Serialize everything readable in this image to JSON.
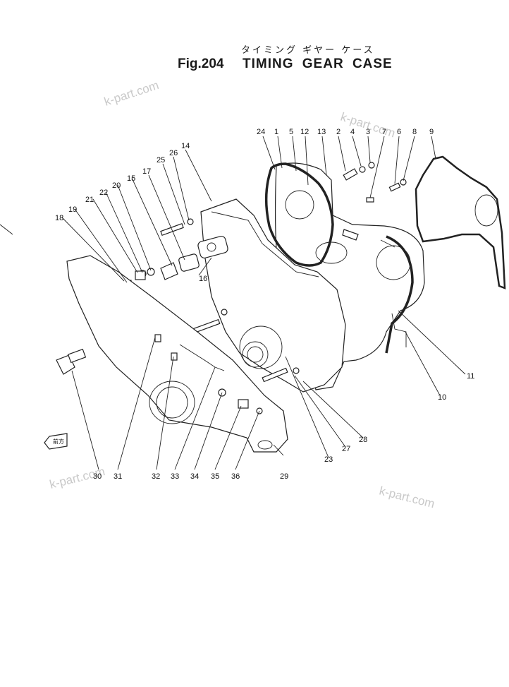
{
  "title": {
    "figure": "Fig.204",
    "japanese": "タイミング ギヤー ケース",
    "english": "TIMING GEAR CASE"
  },
  "watermark": "k-part.com",
  "front_arrow_label": "前方",
  "callouts": {
    "c1": "1",
    "c2": "2",
    "c3": "3",
    "c4": "4",
    "c5": "5",
    "c6": "6",
    "c7": "7",
    "c8": "8",
    "c9": "9",
    "c10": "10",
    "c11": "11",
    "c12": "12",
    "c13": "13",
    "c14": "14",
    "c15": "15",
    "c16": "16",
    "c17": "17",
    "c18": "18",
    "c19": "19",
    "c20": "20",
    "c21": "21",
    "c22": "22",
    "c23": "23",
    "c24": "24",
    "c25": "25",
    "c26": "26",
    "c27": "27",
    "c28": "28",
    "c29": "29",
    "c30": "30",
    "c31": "31",
    "c32": "32",
    "c33": "33",
    "c34": "34",
    "c35": "35",
    "c36": "36"
  }
}
